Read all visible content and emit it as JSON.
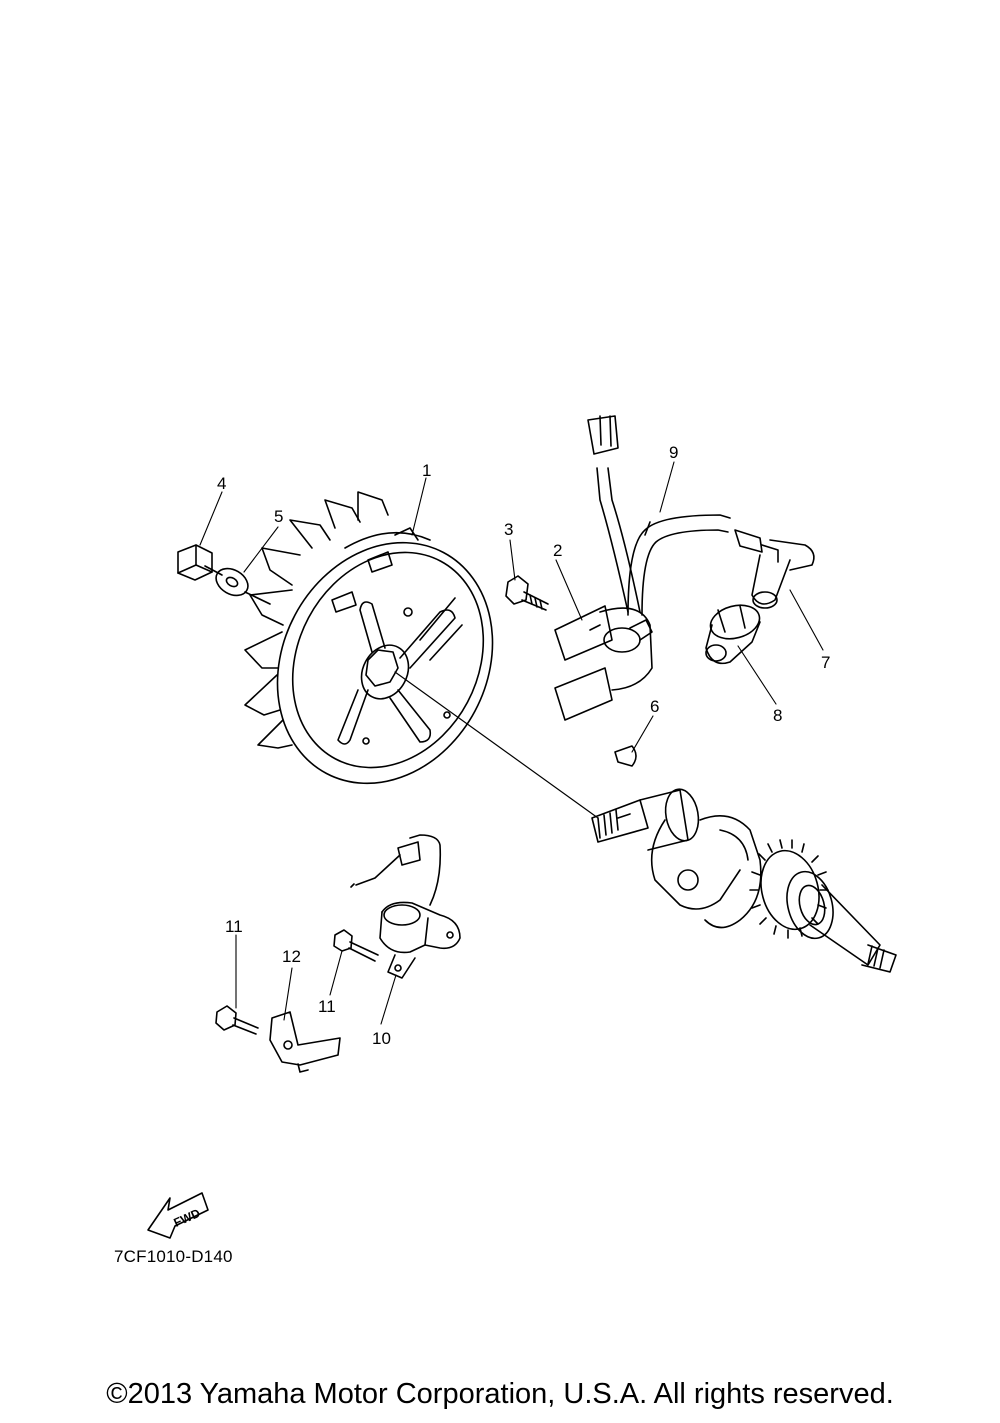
{
  "diagram": {
    "callouts": [
      "1",
      "2",
      "3",
      "4",
      "5",
      "6",
      "7",
      "8",
      "9",
      "10",
      "11",
      "11",
      "12"
    ],
    "fwd_label": "FWD",
    "drawing_code": "7CF1010-D140"
  },
  "footer": {
    "copyright": "©2013 Yamaha Motor Corporation, U.S.A. All rights reserved."
  }
}
